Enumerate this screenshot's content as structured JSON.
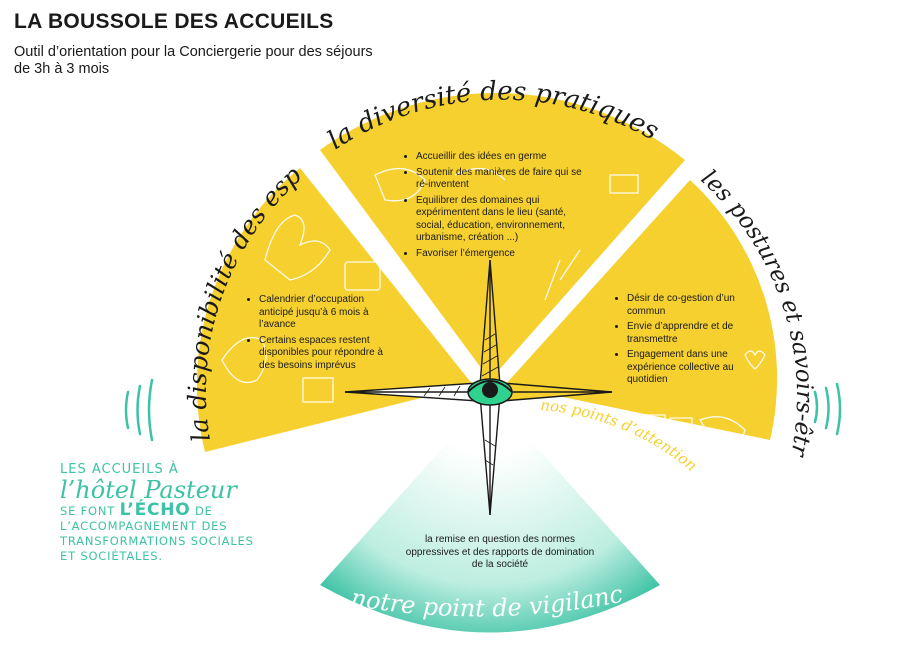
{
  "header": {
    "title": "LA BOUSSOLE DES ACCUEILS",
    "subtitle": "Outil d’orientation pour la Conciergerie pour des séjours de 3h à 3 mois"
  },
  "sectors": {
    "left": {
      "label": "la disponibilité des espaces",
      "bullets": [
        "Calendrier d’occupation anticipé jusqu’à 6 mois à l’avance",
        "Certains espaces restent disponibles pour répondre à des besoins imprévus"
      ]
    },
    "top": {
      "label": "la diversité des pratiques",
      "bullets": [
        "Accueillir des idées en germe",
        "Soutenir des manières de faire qui se ré-inventent",
        "Equilibrer des domaines qui expérimentent dans le lieu (santé, social, éducation, environnement, urbanisme, création ...)",
        "Favoriser l’émergence"
      ]
    },
    "right": {
      "label": "les postures et savoirs-êtres",
      "bullets": [
        "Désir de co-gestion d’un commun",
        "Envie d’apprendre et de transmettre",
        "Engagement dans une expérience collective au quotidien"
      ]
    }
  },
  "attention_label": "nos points d’attention",
  "vigilance": {
    "text": "la remise en question des normes oppressives et des rapports de domination de la société",
    "label": "notre point de vigilance"
  },
  "side_note": {
    "line1": "LES ACCUEILS À",
    "line2": "l’hôtel Pasteur",
    "line3a": "SE FONT",
    "echo": "L’ÉCHO",
    "line3b": "DE",
    "line4": "L’ACCOMPAGNEMENT DES",
    "line5": "TRANSFORMATIONS SOCIALES",
    "line6": "ET SOCIÉTALES."
  },
  "colors": {
    "yellow": "#f6d02f",
    "teal": "#3cc2a4",
    "ink": "#1a1a1a",
    "eye_green": "#2fd38f"
  }
}
